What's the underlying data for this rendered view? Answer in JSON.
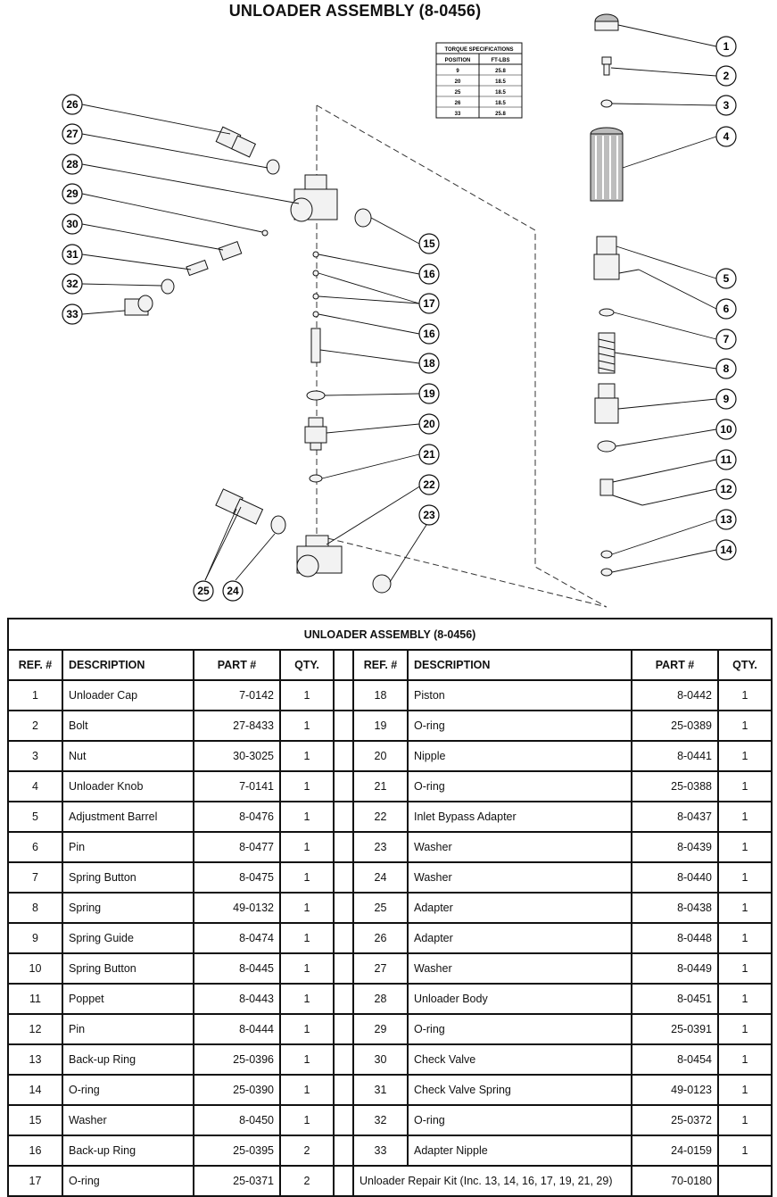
{
  "title": "UNLOADER ASSEMBLY (8-0456)",
  "torque_specs": {
    "title": "TORQUE SPECIFICATIONS",
    "headers": [
      "POSITION",
      "FT-LBS"
    ],
    "rows": [
      [
        "9",
        "25.8"
      ],
      [
        "20",
        "18.5"
      ],
      [
        "25",
        "18.5"
      ],
      [
        "26",
        "18.5"
      ],
      [
        "33",
        "25.8"
      ]
    ]
  },
  "callouts": [
    "1",
    "2",
    "3",
    "4",
    "5",
    "6",
    "7",
    "8",
    "9",
    "10",
    "11",
    "12",
    "13",
    "14",
    "15",
    "16",
    "17",
    "16",
    "18",
    "19",
    "20",
    "21",
    "22",
    "23",
    "24",
    "25",
    "26",
    "27",
    "28",
    "29",
    "30",
    "31",
    "32",
    "33"
  ],
  "table": {
    "title": "UNLOADER ASSEMBLY (8-0456)",
    "headers": {
      "ref": "REF. #",
      "description": "DESCRIPTION",
      "part": "PART #",
      "qty": "QTY."
    },
    "left_rows": [
      {
        "ref": "1",
        "description": "Unloader Cap",
        "part": "7-0142",
        "qty": "1"
      },
      {
        "ref": "2",
        "description": "Bolt",
        "part": "27-8433",
        "qty": "1"
      },
      {
        "ref": "3",
        "description": "Nut",
        "part": "30-3025",
        "qty": "1"
      },
      {
        "ref": "4",
        "description": "Unloader Knob",
        "part": "7-0141",
        "qty": "1"
      },
      {
        "ref": "5",
        "description": "Adjustment Barrel",
        "part": "8-0476",
        "qty": "1"
      },
      {
        "ref": "6",
        "description": "Pin",
        "part": "8-0477",
        "qty": "1"
      },
      {
        "ref": "7",
        "description": "Spring Button",
        "part": "8-0475",
        "qty": "1"
      },
      {
        "ref": "8",
        "description": "Spring",
        "part": "49-0132",
        "qty": "1"
      },
      {
        "ref": "9",
        "description": "Spring Guide",
        "part": "8-0474",
        "qty": "1"
      },
      {
        "ref": "10",
        "description": "Spring Button",
        "part": "8-0445",
        "qty": "1"
      },
      {
        "ref": "11",
        "description": "Poppet",
        "part": "8-0443",
        "qty": "1"
      },
      {
        "ref": "12",
        "description": "Pin",
        "part": "8-0444",
        "qty": "1"
      },
      {
        "ref": "13",
        "description": "Back-up Ring",
        "part": "25-0396",
        "qty": "1"
      },
      {
        "ref": "14",
        "description": "O-ring",
        "part": "25-0390",
        "qty": "1"
      },
      {
        "ref": "15",
        "description": "Washer",
        "part": "8-0450",
        "qty": "1"
      },
      {
        "ref": "16",
        "description": "Back-up Ring",
        "part": "25-0395",
        "qty": "2"
      },
      {
        "ref": "17",
        "description": "O-ring",
        "part": "25-0371",
        "qty": "2"
      }
    ],
    "right_rows": [
      {
        "ref": "18",
        "description": "Piston",
        "part": "8-0442",
        "qty": "1"
      },
      {
        "ref": "19",
        "description": "O-ring",
        "part": "25-0389",
        "qty": "1"
      },
      {
        "ref": "20",
        "description": "Nipple",
        "part": "8-0441",
        "qty": "1"
      },
      {
        "ref": "21",
        "description": "O-ring",
        "part": "25-0388",
        "qty": "1"
      },
      {
        "ref": "22",
        "description": "Inlet Bypass Adapter",
        "part": "8-0437",
        "qty": "1"
      },
      {
        "ref": "23",
        "description": "Washer",
        "part": "8-0439",
        "qty": "1"
      },
      {
        "ref": "24",
        "description": "Washer",
        "part": "8-0440",
        "qty": "1"
      },
      {
        "ref": "25",
        "description": "Adapter",
        "part": "8-0438",
        "qty": "1"
      },
      {
        "ref": "26",
        "description": "Adapter",
        "part": "8-0448",
        "qty": "1"
      },
      {
        "ref": "27",
        "description": "Washer",
        "part": "8-0449",
        "qty": "1"
      },
      {
        "ref": "28",
        "description": "Unloader Body",
        "part": "8-0451",
        "qty": "1"
      },
      {
        "ref": "29",
        "description": "O-ring",
        "part": "25-0391",
        "qty": "1"
      },
      {
        "ref": "30",
        "description": "Check Valve",
        "part": "8-0454",
        "qty": "1"
      },
      {
        "ref": "31",
        "description": "Check Valve Spring",
        "part": "49-0123",
        "qty": "1"
      },
      {
        "ref": "32",
        "description": "O-ring",
        "part": "25-0372",
        "qty": "1"
      },
      {
        "ref": "33",
        "description": "Adapter Nipple",
        "part": "24-0159",
        "qty": "1"
      }
    ],
    "kit": {
      "description": "Unloader Repair Kit (Inc. 13, 14, 16, 17, 19, 21, 29)",
      "part": "70-0180",
      "qty": ""
    }
  }
}
